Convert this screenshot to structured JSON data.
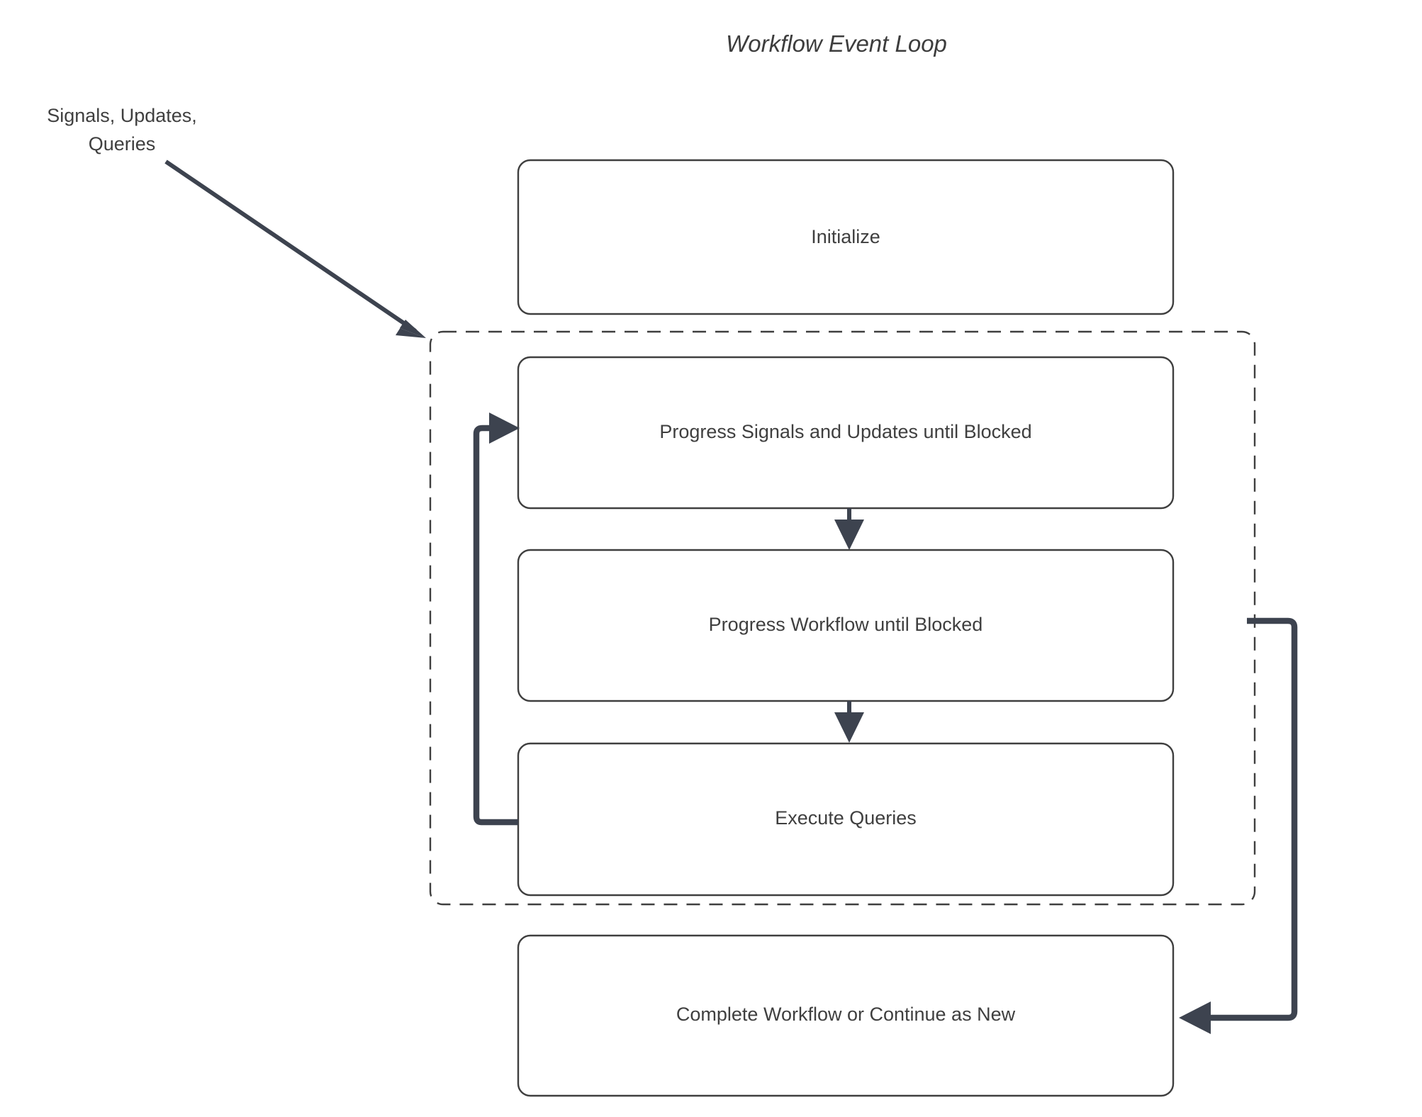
{
  "diagram": {
    "title": "Workflow Event Loop",
    "external_input_label_line1": "Signals, Updates,",
    "external_input_label_line2": "Queries",
    "colors": {
      "node_stroke": "#3f3f3f",
      "connector": "#3d434f",
      "text": "#3f3f3f",
      "background": "#ffffff"
    },
    "nodes": [
      {
        "id": "initialize",
        "label": "Initialize"
      },
      {
        "id": "progress-signals",
        "label": "Progress Signals and Updates until Blocked"
      },
      {
        "id": "progress-workflow",
        "label": "Progress Workflow until Blocked"
      },
      {
        "id": "execute-queries",
        "label": "Execute Queries"
      },
      {
        "id": "complete-workflow",
        "label": "Complete Workflow or Continue as New"
      }
    ],
    "group": {
      "id": "event-loop-group",
      "style": "dashed",
      "contains": [
        "progress-signals",
        "progress-workflow",
        "execute-queries"
      ]
    },
    "edges": [
      {
        "from": "external-input",
        "to": "event-loop-group",
        "style": "solid-arrow"
      },
      {
        "from": "progress-signals",
        "to": "progress-workflow",
        "style": "solid-arrow"
      },
      {
        "from": "progress-workflow",
        "to": "execute-queries",
        "style": "solid-arrow"
      },
      {
        "from": "execute-queries",
        "to": "progress-signals",
        "style": "loop-back-arrow"
      },
      {
        "from": "event-loop-group",
        "to": "complete-workflow",
        "style": "exit-arrow"
      }
    ]
  }
}
